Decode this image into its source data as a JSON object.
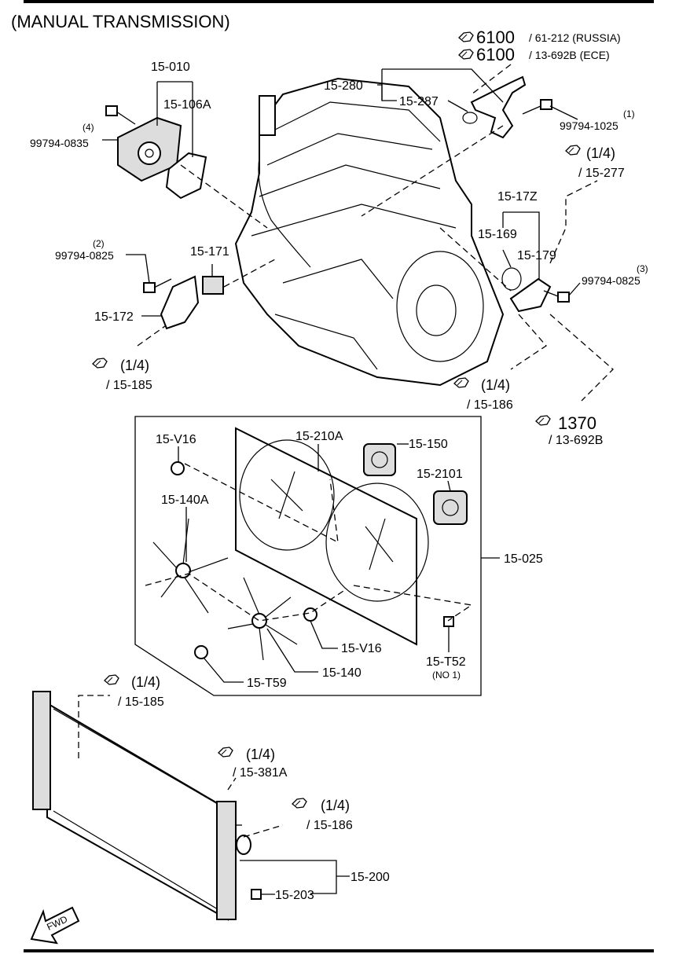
{
  "title": "(MANUAL TRANSMISSION)",
  "labels": {
    "p15_010": "15-010",
    "p15_106A": "15-106A",
    "p99794_0835": "99794-0835",
    "q4": "(4)",
    "p15_280": "15-280",
    "p15_287": "15-287",
    "p99794_1025": "99794-1025",
    "q1": "(1)",
    "p99794_0825a": "99794-0825",
    "q2": "(2)",
    "p15_171": "15-171",
    "p15_172": "15-172",
    "p15_17Z": "15-17Z",
    "p15_169": "15-169",
    "p15_179": "15-179",
    "p99794_0825b": "99794-0825",
    "q3": "(3)",
    "p15_V16a": "15-V16",
    "p15_210A": "15-210A",
    "p15_150": "15-150",
    "p15_2101": "15-2101",
    "p15_140A": "15-140A",
    "p15_025": "15-025",
    "p15_V16b": "15-V16",
    "p15_T52": "15-T52",
    "no1": "(NO 1)",
    "p15_140": "15-140",
    "p15_T59": "15-T59",
    "p15_200": "15-200",
    "p15_203": "15-203",
    "fwd": "FWD"
  },
  "refs": {
    "r6100a_num": "6100",
    "r6100a_tail": "/ 61-212 (RUSSIA)",
    "r6100b_num": "6100",
    "r6100b_tail": "/ 13-692B (ECE)",
    "r277_num": "(1/4)",
    "r277_tail": "/ 15-277",
    "r185a_num": "(1/4)",
    "r185a_tail": "/ 15-185",
    "r186a_num": "(1/4)",
    "r186a_tail": "/ 15-186",
    "r1370_num": "1370",
    "r1370_tail": "/ 13-692B",
    "r185b_num": "(1/4)",
    "r185b_tail": "/ 15-185",
    "r381_num": "(1/4)",
    "r381_tail": "/ 15-381A",
    "r186b_num": "(1/4)",
    "r186b_tail": "/ 15-186"
  }
}
